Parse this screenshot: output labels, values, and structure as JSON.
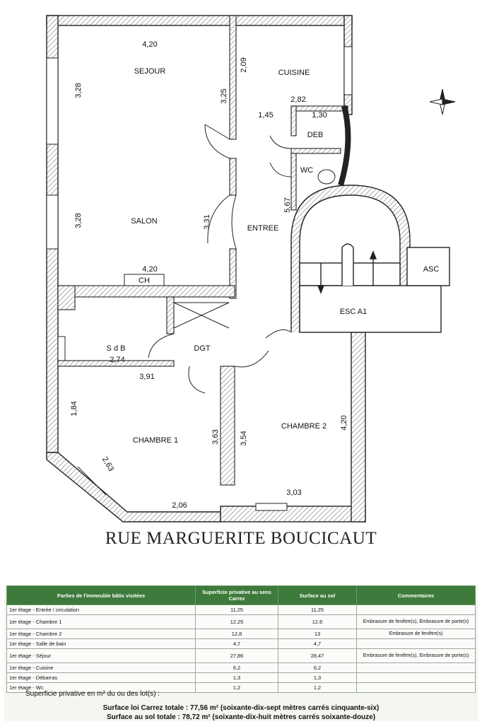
{
  "rooms": {
    "sejour": "SEJOUR",
    "cuisine": "CUISINE",
    "deb": "DEB",
    "wc": "WC",
    "salon": "SALON",
    "entree": "ENTREE",
    "asc": "ASC",
    "esc": "ESC A1",
    "ch": "CH",
    "sdb": "S d B",
    "dgt": "DGT",
    "chambre1": "CHAMBRE 1",
    "chambre2": "CHAMBRE 2"
  },
  "dims": {
    "sejour_w": "4,20",
    "sejour_left": "3,28",
    "sejour_right": "3,25",
    "cuisine_left": "2,09",
    "cuisine_bottom": "2,82",
    "entree_left": "1,45",
    "deb_w": "1,30",
    "salon_left": "3,28",
    "salon_right": "3,31",
    "entree_right": "5,67",
    "salon_w": "4,20",
    "sdb_w": "2,74",
    "ch1_top": "3,91",
    "ch1_left": "1,84",
    "ch1_diag": "2,63",
    "ch1_right": "3,63",
    "ch2_left": "3,54",
    "ch2_right": "4,20",
    "ch1_bottom": "2,06",
    "ch2_bottom": "3,03"
  },
  "street": "RUE MARGUERITE BOUCICAUT",
  "table": {
    "headers": [
      "Parties de l'immeuble bâtis visitées",
      "Superficie privative au sens Carrez",
      "Surface au sol",
      "Commentaires"
    ],
    "rows": [
      {
        "part": "1er étage - Entrée / circulation",
        "carrez": "11,25",
        "sol": "11,25",
        "comment": ""
      },
      {
        "part": "1er étage - Chambre 1",
        "carrez": "12,25",
        "sol": "12,6",
        "comment": "Embrasure de fenêtre(s), Embrasure de porte(s)"
      },
      {
        "part": "1er étage - Chambre 2",
        "carrez": "12,8",
        "sol": "13",
        "comment": "Embrasure de fenêtre(s)"
      },
      {
        "part": "1er étage - Salle de bain",
        "carrez": "4,7",
        "sol": "4,7",
        "comment": ""
      },
      {
        "part": "1er étage - Séjour",
        "carrez": "27,86",
        "sol": "28,47",
        "comment": "Embrasure de fenêtre(s), Embrasure de porte(s)"
      },
      {
        "part": "1er étage - Cuisine",
        "carrez": "6,2",
        "sol": "6,2",
        "comment": ""
      },
      {
        "part": "1er étage - Débarras",
        "carrez": "1,3",
        "sol": "1,3",
        "comment": ""
      },
      {
        "part": "1er étage - Wc",
        "carrez": "1,2",
        "sol": "1,2",
        "comment": ""
      }
    ]
  },
  "summary": {
    "intro": "Superficie privative en m² du ou des lot(s) :",
    "carrez": "Surface loi Carrez totale : 77,56 m² (soixante-dix-sept mètres carrés cinquante-six)",
    "sol": "Surface au sol totale : 78,72 m² (soixante-dix-huit mètres carrés soixante-douze)"
  }
}
